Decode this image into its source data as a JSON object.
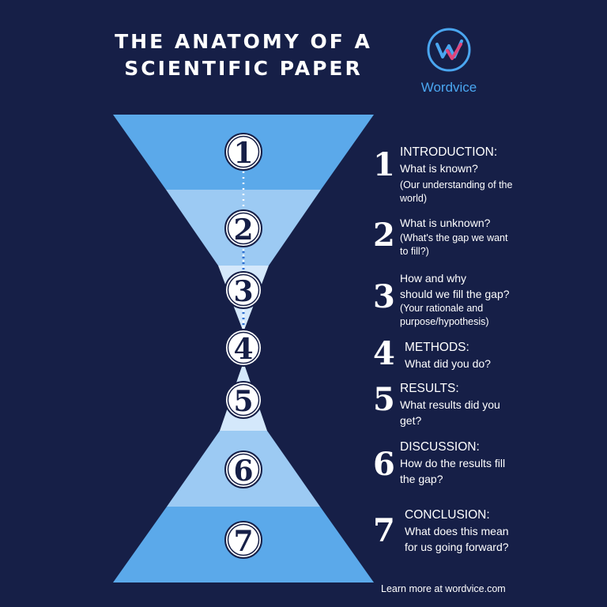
{
  "title": {
    "line1": "THE ANATOMY OF A",
    "line2": "SCIENTIFIC PAPER"
  },
  "logo": {
    "text": "Wordvice",
    "icon": "wordvice-w-icon"
  },
  "colors": {
    "background": "#161f47",
    "band_dark": "#5ba9ea",
    "band_mid": "#9ccaf3",
    "band_light": "#d4e8fb",
    "accent_logo": "#4aa6f0"
  },
  "sections": [
    {
      "number": "1",
      "heading": "INTRODUCTION:",
      "lines": [
        "What is known?"
      ],
      "sub": [
        "(Our understanding of the",
        "world)"
      ]
    },
    {
      "number": "2",
      "heading": "",
      "lines": [
        "What is unknown?"
      ],
      "sub": [
        "(What's the gap we want",
        "to fill?)"
      ]
    },
    {
      "number": "3",
      "heading": "",
      "lines": [
        "How and why",
        "should we fill the gap?"
      ],
      "sub": [
        "(Your rationale and",
        "purpose/hypothesis)"
      ]
    },
    {
      "number": "4",
      "heading": "METHODS:",
      "lines": [
        "What did you do?"
      ],
      "sub": []
    },
    {
      "number": "5",
      "heading": "RESULTS:",
      "lines": [
        "What results did you",
        "get?"
      ],
      "sub": []
    },
    {
      "number": "6",
      "heading": "DISCUSSION:",
      "lines": [
        "How do the results fill",
        "the gap?"
      ],
      "sub": []
    },
    {
      "number": "7",
      "heading": "CONCLUSION:",
      "lines": [
        "What does this mean",
        "for us going forward?"
      ],
      "sub": []
    }
  ],
  "footer": "Learn more at  wordvice.com"
}
